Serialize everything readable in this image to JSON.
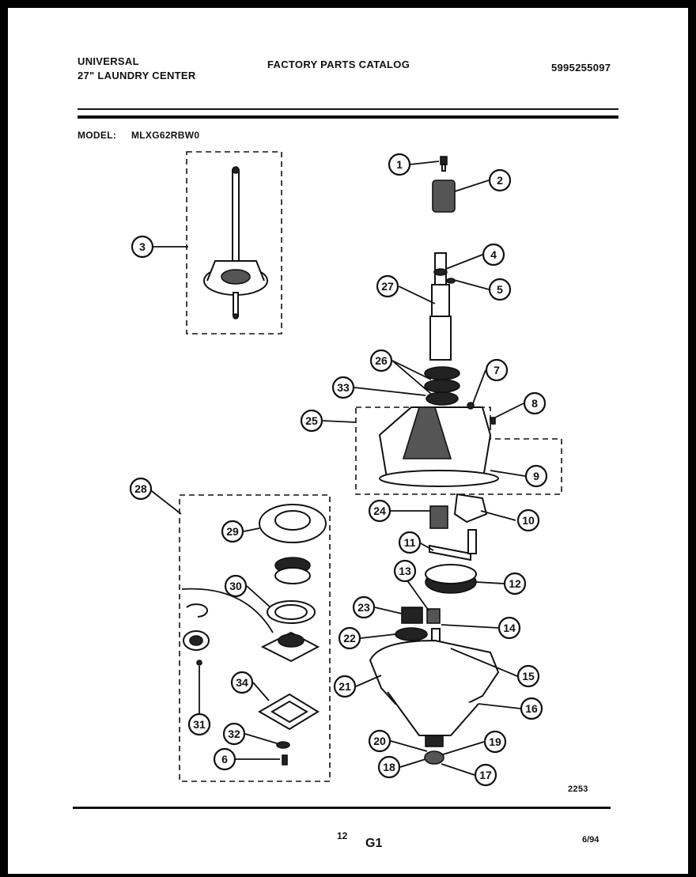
{
  "header": {
    "brand": "UNIVERSAL",
    "product": "27\" LAUNDRY CENTER",
    "catalog_title": "FACTORY PARTS CATALOG",
    "catalog_number": "5995255097"
  },
  "model": {
    "label": "MODEL:",
    "value": "MLXG62RBW0"
  },
  "callouts": [
    "1",
    "2",
    "3",
    "4",
    "5",
    "27",
    "26",
    "7",
    "33",
    "8",
    "25",
    "9",
    "24",
    "10",
    "11",
    "12",
    "28",
    "29",
    "30",
    "13",
    "23",
    "14",
    "22",
    "15",
    "21",
    "16",
    "20",
    "19",
    "18",
    "17",
    "31",
    "32",
    "34",
    "6"
  ],
  "footer": {
    "drawing_number": "2253",
    "page_number": "12",
    "section": "G1",
    "date": "6/94"
  },
  "colors": {
    "line": "#111111",
    "page": "#ffffff",
    "border": "#000000"
  }
}
